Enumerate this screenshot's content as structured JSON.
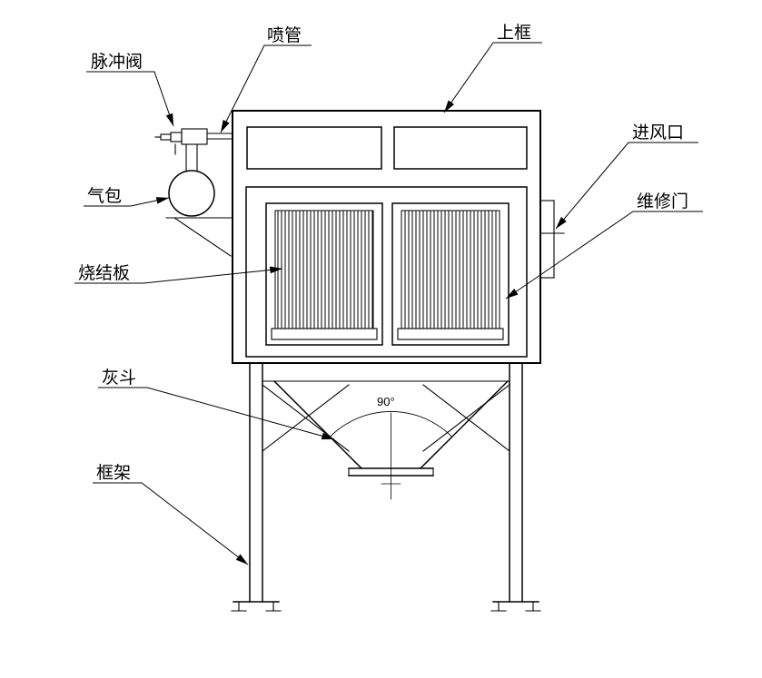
{
  "page": {
    "background": "#ffffff",
    "line_color": "#000000"
  },
  "labels": {
    "pulse_valve": "脉冲阀",
    "spray_pipe": "喷管",
    "upper_frame": "上框",
    "air_inlet": "进风口",
    "maintenance_door": "维修门",
    "air_bag": "气包",
    "sintered_plate": "烧结板",
    "ash_hopper": "灰斗",
    "frame": "框架",
    "hopper_angle": "90°"
  }
}
